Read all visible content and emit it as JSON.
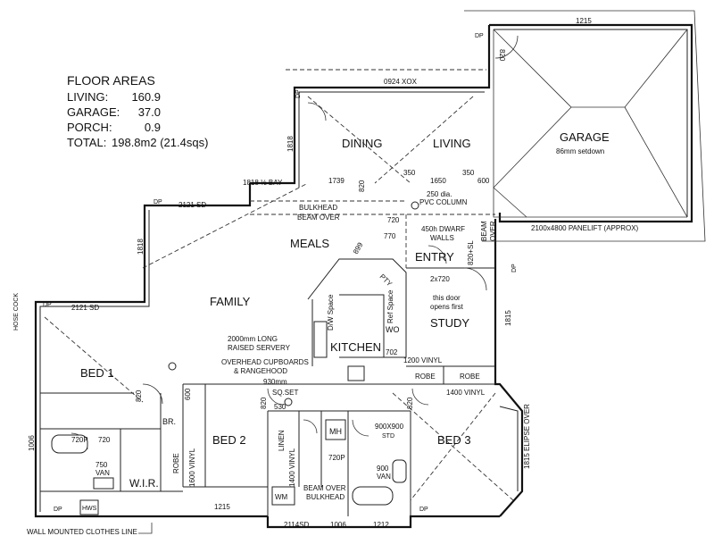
{
  "floor_areas": {
    "heading": "FLOOR AREAS",
    "living": {
      "label": "LIVING:",
      "value": "160.9"
    },
    "garage": {
      "label": "GARAGE:",
      "value": "37.0"
    },
    "porch": {
      "label": "PORCH:",
      "value": "0.9"
    },
    "total": {
      "label": "TOTAL:",
      "value": "198.8m2 (21.4sqs)"
    }
  },
  "rooms": {
    "dining": "DINING",
    "living": "LIVING",
    "garage": "GARAGE",
    "garage_note": "86mm setdown",
    "meals": "MEALS",
    "family": "FAMILY",
    "entry": "ENTRY",
    "study": "STUDY",
    "kitchen": "KITCHEN",
    "bed1": "BED 1",
    "bed2": "BED 2",
    "bed3": "BED 3",
    "wir": "W.I.R.",
    "br": "BR."
  },
  "labels": {
    "window_top": "0924 XOX",
    "garage_width": "1215",
    "bay": "1818 ½ BAY",
    "sd_family": "2121 SD",
    "sd_bed1": "2121 SD",
    "bulkhead": "BULKHEAD",
    "beam_over": "BEAM OVER",
    "pvc_column_size": "250 dia.",
    "pvc_column": "PVC COLUMN",
    "dwarf_walls_1": "450h DWARF",
    "dwarf_walls_2": "WALLS",
    "panelift": "2100x4800 PANELIFT (APPROX)",
    "beam_over_entry_1": "BEAM",
    "beam_over_entry_2": "OVER",
    "door_note_1": "this door",
    "door_note_2": "opens first",
    "servery_1": "2000mm LONG",
    "servery_2": "RAISED SERVERY",
    "cupboards_1": "OVERHEAD CUPBOARDS",
    "cupboards_2": "& RANGEHOOD",
    "vinyl_kitchen": "1200 VINYL",
    "vinyl_hall": "1400 VINYL",
    "vinyl_bed2": "1600 VINYL",
    "vinyl_bath": "1400 VINYL",
    "robe_a": "ROBE",
    "robe_b": "ROBE",
    "robe_bed2": "ROBE",
    "linen": "LINEN",
    "sq_set": "SQ.SET",
    "mh": "MH",
    "std": "STD",
    "van_750": "750",
    "van_750_b": "VAN",
    "van_900": "900",
    "van_900_b": "VAN",
    "wm": "WM",
    "bulkhead_low": "BULKHEAD",
    "beam_over_low": "BEAM OVER",
    "hws": "HWS",
    "clothes_line": "WALL MOUNTED CLOTHES LINE",
    "dw_space": "D/W Space",
    "ref_space": "Ref Space",
    "wo": "WO",
    "pty": "PTY",
    "hose": "HOSE COCK",
    "dp": "DP",
    "elipse": "1815 ELIPSE OVER"
  },
  "dimensions": {
    "d1739": "1739",
    "d1650": "1650",
    "d350a": "350",
    "d350b": "350",
    "d600": "600",
    "d720a": "720",
    "d770": "770",
    "d899": "899",
    "d820a": "820",
    "d820b": "820",
    "d820c": "820",
    "d820d": "820",
    "d820e": "820",
    "d2x720": "2x720",
    "d820sl": "820+SL",
    "d1818": "1818",
    "d1815": "1815",
    "d930": "930mm",
    "d530": "530",
    "d702": "702",
    "d720p": "720P",
    "d720b": "720",
    "d1006a": "1006",
    "d1006b": "1006",
    "d1215": "1215",
    "d1212": "1212",
    "d2114": "2114SD",
    "d900x900": "900X900",
    "d720p2": "720P",
    "d600b": "600"
  }
}
